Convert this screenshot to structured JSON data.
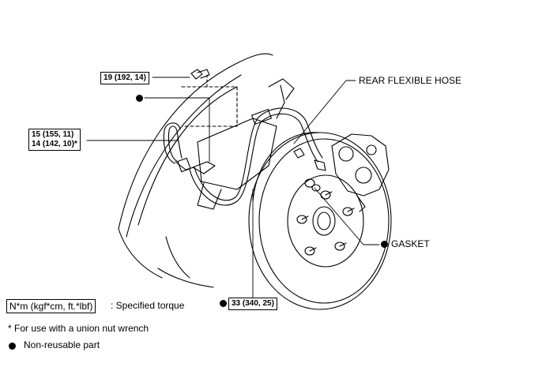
{
  "callouts": {
    "torque_top": "19 (192, 14)",
    "torque_left_1": "15 (155, 11)",
    "torque_left_2": "14 (142, 10)*",
    "torque_bottom": "33 (340, 25)",
    "hose_label": "REAR FLEXIBLE HOSE",
    "gasket_label": "GASKET"
  },
  "legend": {
    "unit_box": "N*m (kgf*cm, ft.*lbf)",
    "unit_text": ": Specified torque",
    "asterisk_note": "* For use with a union nut wrench",
    "nonreusable_text": "Non-reusable part"
  }
}
